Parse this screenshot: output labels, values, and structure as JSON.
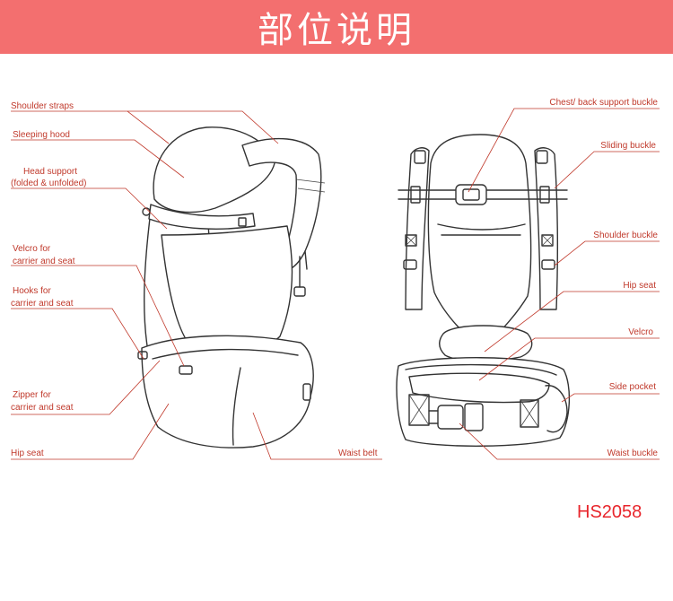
{
  "header": {
    "title": "部位说明"
  },
  "model_code": "HS2058",
  "colors": {
    "banner": "#f36f6f",
    "label": "#c0392b",
    "model": "#e8262c"
  },
  "left_labels": {
    "shoulder_straps": "Shoulder straps",
    "sleeping_hood": "Sleeping hood",
    "head_support_1": "Head support",
    "head_support_2": "(folded & unfolded)",
    "velcro_1": "Velcro for",
    "velcro_2": "carrier and seat",
    "hooks_1": "Hooks for",
    "hooks_2": "carrier and seat",
    "zipper_1": "Zipper for",
    "zipper_2": "carrier and seat",
    "hip_seat": "Hip seat",
    "waist_belt": "Waist belt"
  },
  "right_labels": {
    "chest_buckle": "Chest/ back support buckle",
    "sliding_buckle": "Sliding buckle",
    "shoulder_buckle": "Shoulder buckle",
    "hip_seat": "Hip seat",
    "velcro": "Velcro",
    "side_pocket": "Side pocket",
    "waist_buckle": "Waist buckle"
  }
}
